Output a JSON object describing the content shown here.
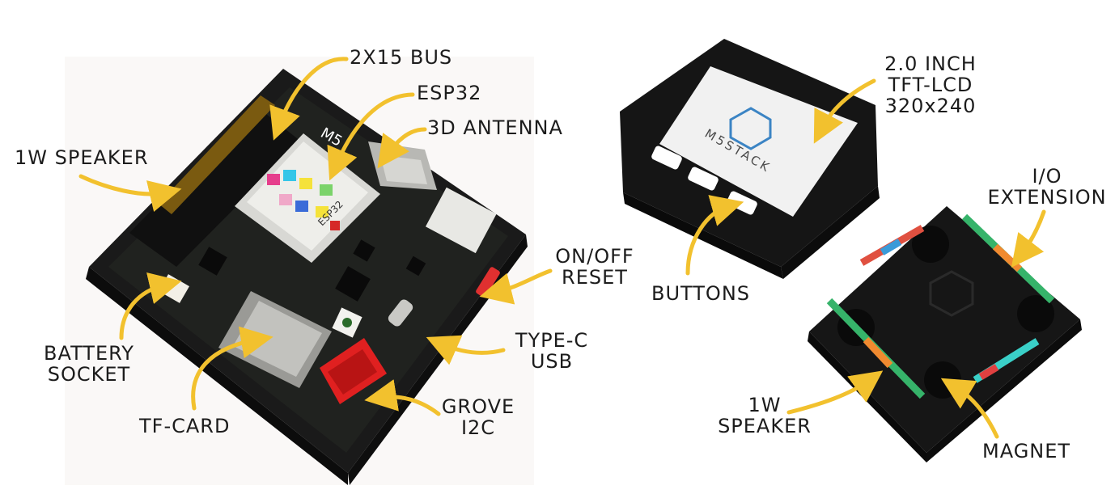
{
  "accent_color": "#f2c12e",
  "device_color": "#141414",
  "pcb_color": "#1d1f1c",
  "labels": {
    "bus": "2X15 BUS",
    "esp32": "ESP32",
    "antenna": "3D ANTENNA",
    "speaker_left": "1W SPEAKER",
    "on_off_1": "ON/OFF",
    "on_off_2": "RESET",
    "battery_1": "BATTERY",
    "battery_2": "SOCKET",
    "type_c_1": "TYPE-C",
    "type_c_2": "USB",
    "tf_card": "TF-CARD",
    "grove_1": "GROVE",
    "grove_2": "I2C",
    "lcd_1": "2.0 INCH",
    "lcd_2": "TFT-LCD",
    "lcd_3": "320x240",
    "buttons": "BUTTONS",
    "io_1": "I/O",
    "io_2": "EXTENSION",
    "speaker_right_1": "1W",
    "speaker_right_2": "SPEAKER",
    "magnet": "MAGNET"
  },
  "device_text": {
    "logo": "M5STACK",
    "chip_logo": "M5",
    "chip_name": "ESP32"
  }
}
